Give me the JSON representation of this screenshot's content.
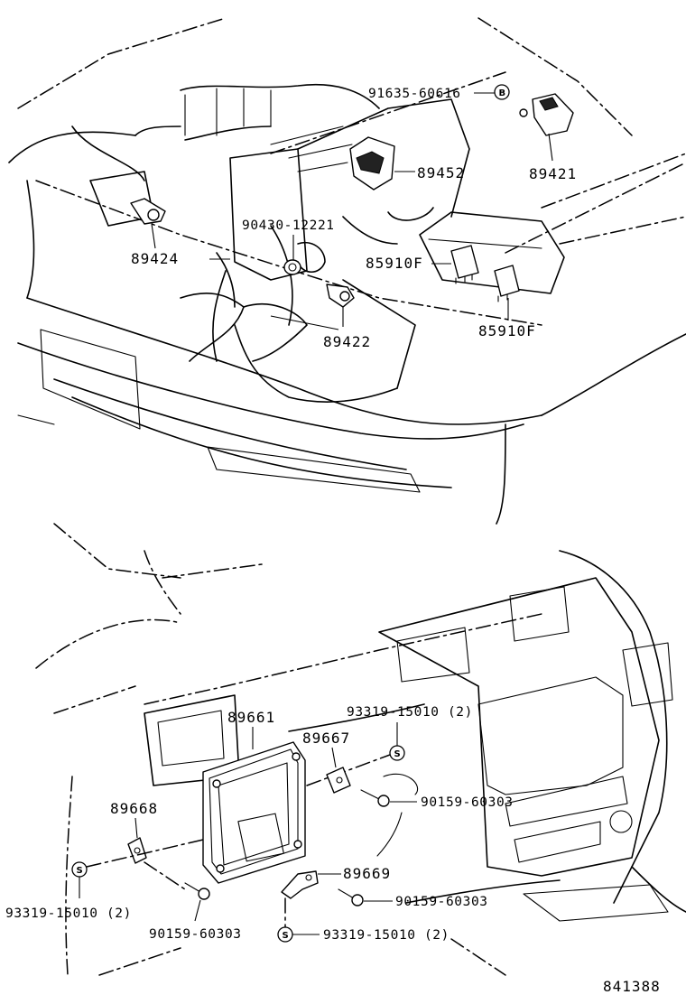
{
  "labels": {
    "p91635": "91635-60616",
    "p89421": "89421",
    "p89452": "89452",
    "p90430": "90430-12221",
    "p89424": "89424",
    "p85910F_a": "85910F",
    "p85910F_b": "85910F",
    "p89422": "89422",
    "p89661": "89661",
    "p93319_top": "93319-15010 (2)",
    "p89667": "89667",
    "p90159_right": "90159-60303",
    "p89668": "89668",
    "p89669": "89669",
    "p90159_mid": "90159-60303",
    "p93319_left": "93319-15010 (2)",
    "p90159_left": "90159-60303",
    "p93319_bottom": "93319-15010 (2)",
    "diagram_number": "841388"
  },
  "badges": {
    "b": "B",
    "s": "S"
  }
}
